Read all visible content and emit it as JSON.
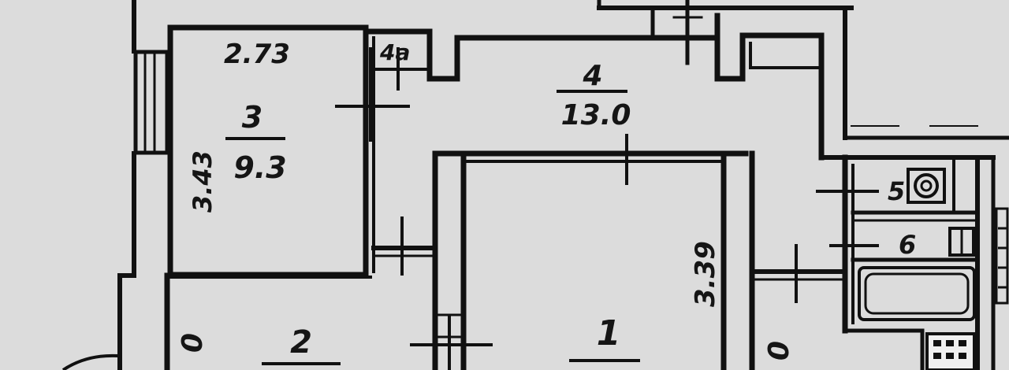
{
  "colors": {
    "paper": "#dcdcdc",
    "ink": "#111111"
  },
  "rooms": [
    {
      "number": "1",
      "area": ""
    },
    {
      "number": "2",
      "area": ""
    },
    {
      "number": "3",
      "area": "9.3"
    },
    {
      "number": "4",
      "area": "13.0"
    },
    {
      "number": "5",
      "area": ""
    },
    {
      "number": "6",
      "area": ""
    },
    {
      "number": "4a",
      "area": ""
    }
  ],
  "dimensions": {
    "room3_width": "2.73",
    "room3_length": "3.43",
    "room1_length": "3.39",
    "left_partial": "0",
    "right_partial": "0"
  },
  "fixtures": [
    {
      "name": "gas-stove-icon"
    },
    {
      "name": "toilet-icon"
    },
    {
      "name": "bathtub-icon"
    },
    {
      "name": "kitchen-stove-icon"
    }
  ]
}
